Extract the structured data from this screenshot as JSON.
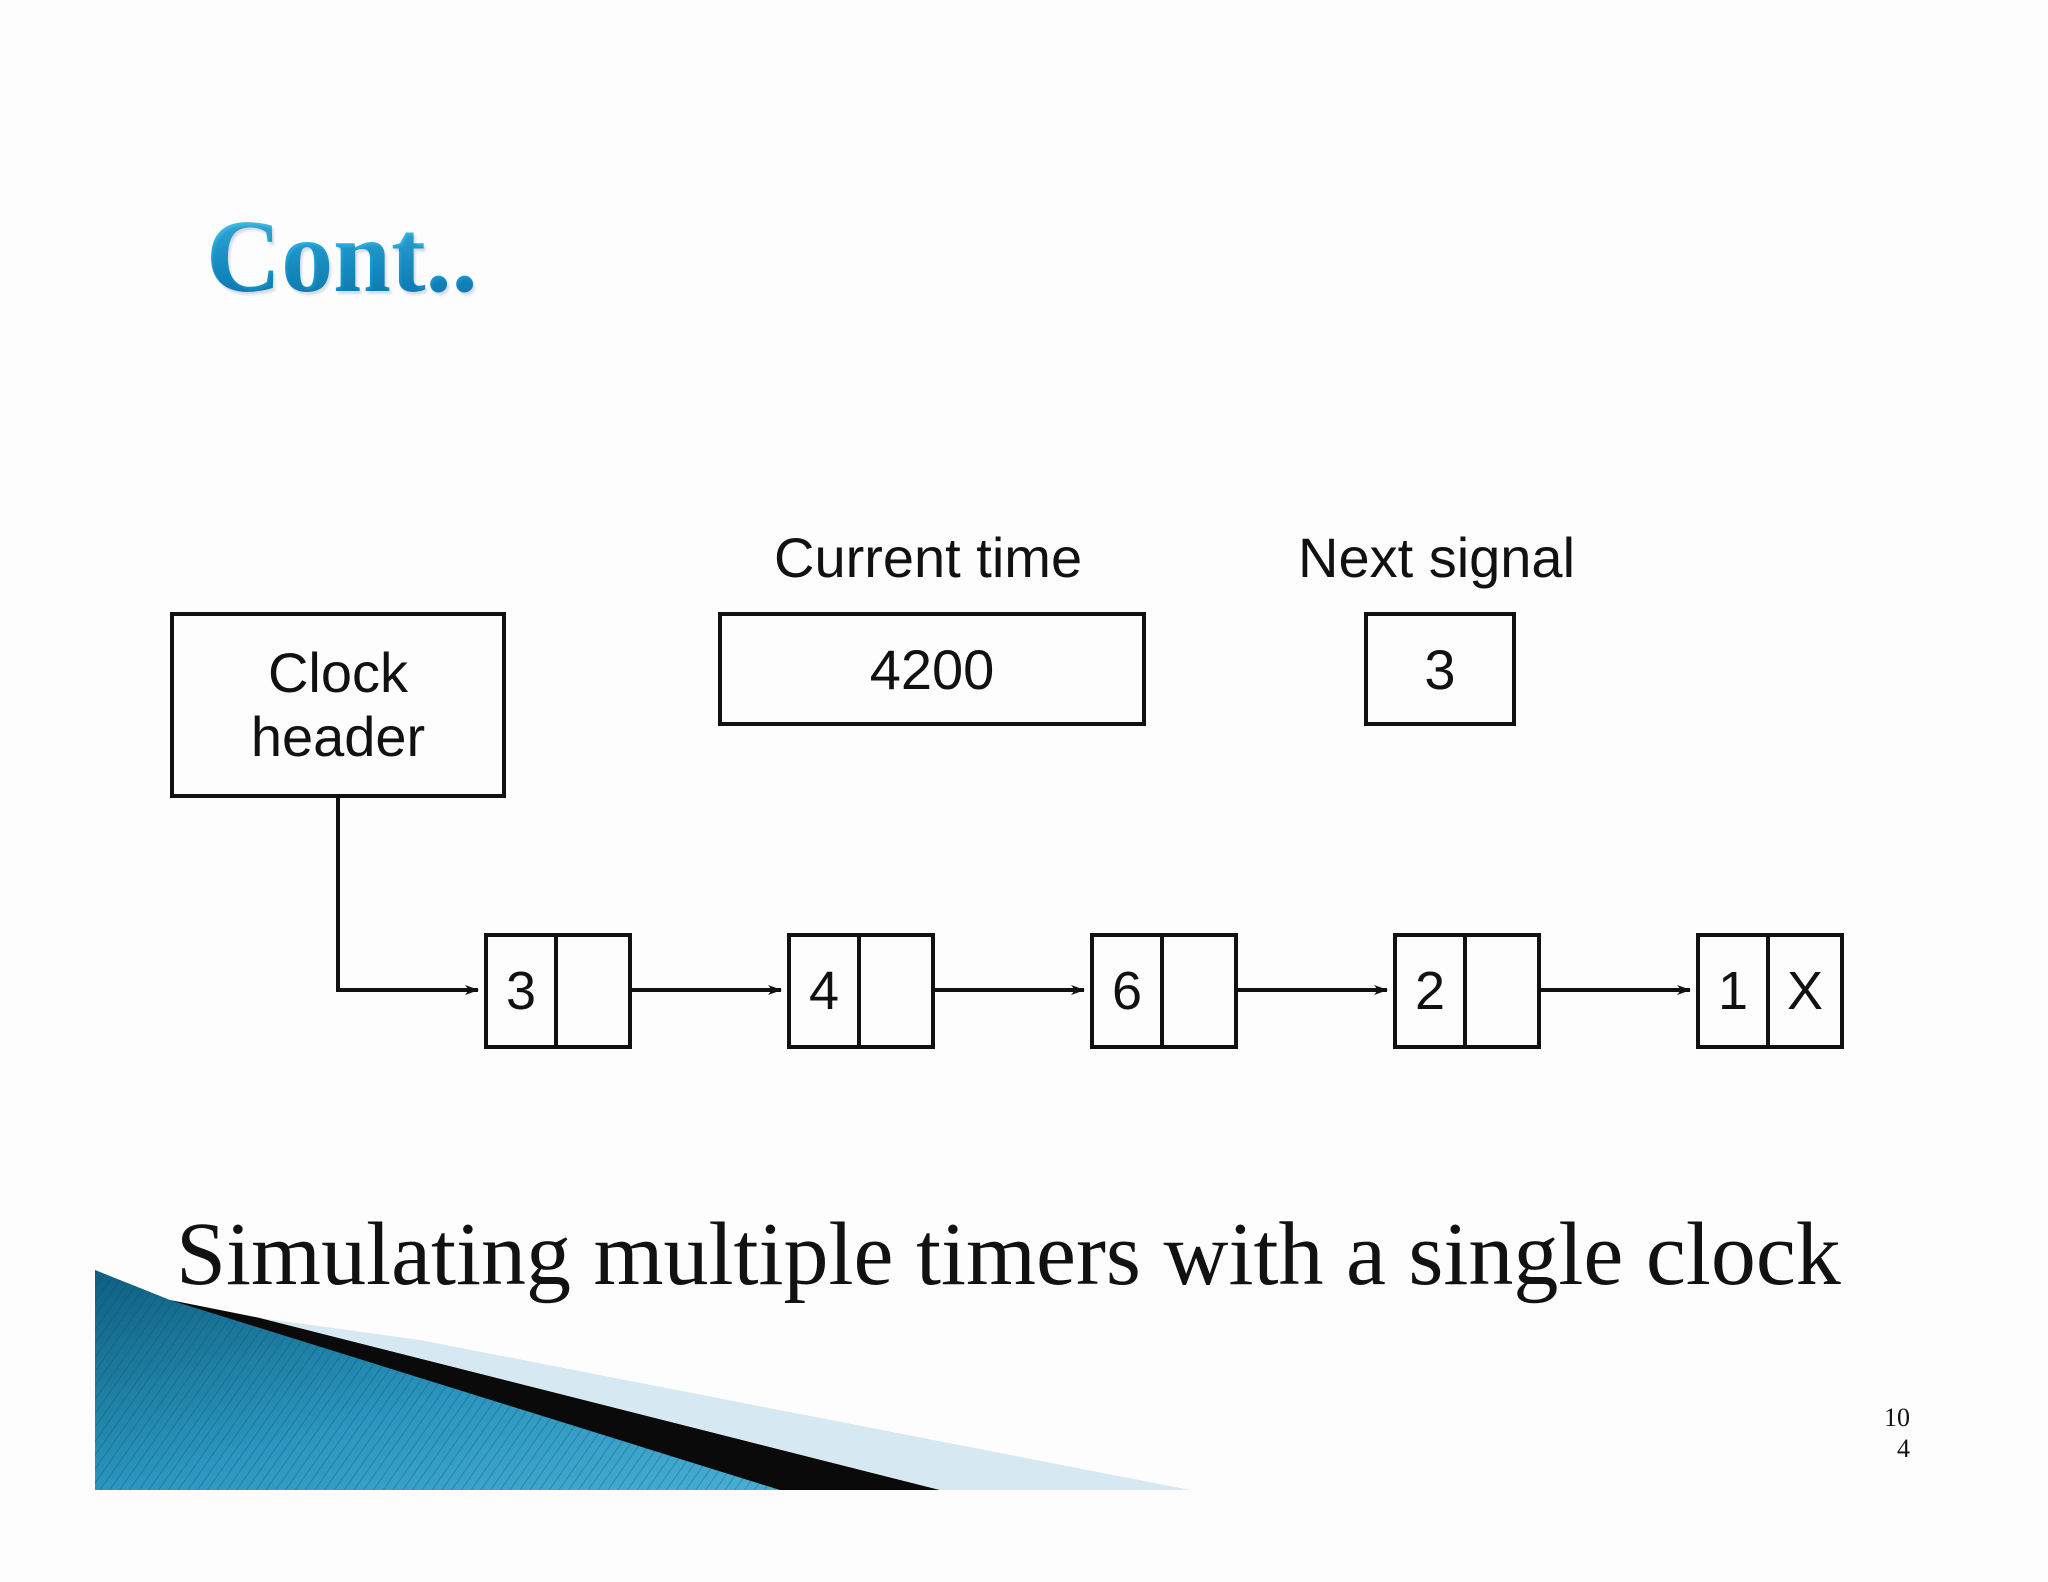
{
  "slide": {
    "title": "Cont..",
    "caption": "Simulating multiple timers with a single clock",
    "page_number_line1": "10",
    "page_number_line2": "4"
  },
  "diagram": {
    "clock_header_line1": "Clock",
    "clock_header_line2": "header",
    "current_time_label": "Current time",
    "current_time_value": "4200",
    "next_signal_label": "Next signal",
    "next_signal_value": "3",
    "nodes": [
      {
        "value": "3",
        "link": ""
      },
      {
        "value": "4",
        "link": ""
      },
      {
        "value": "6",
        "link": ""
      },
      {
        "value": "2",
        "link": ""
      },
      {
        "value": "1",
        "link": "X"
      }
    ]
  }
}
